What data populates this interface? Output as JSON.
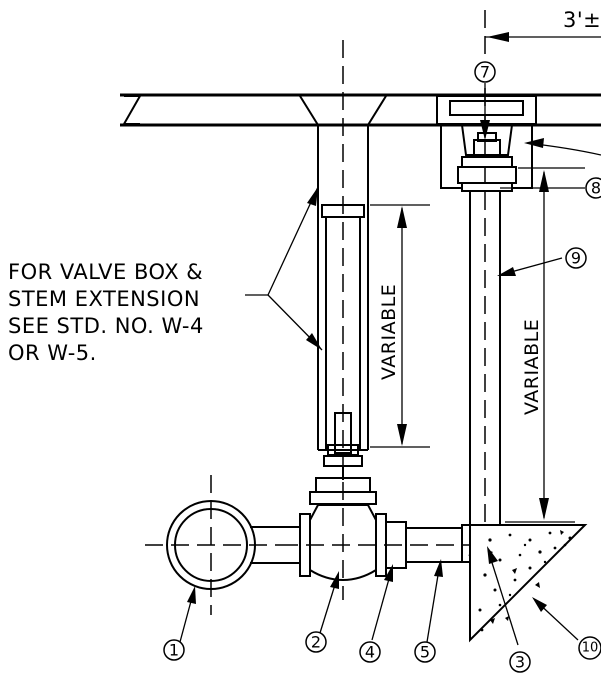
{
  "dimension_top": "3'±",
  "note": {
    "lines": [
      "FOR VALVE BOX &",
      "STEM EXTENSION",
      "SEE STD. NO. W-4",
      "OR W-5."
    ]
  },
  "variable_left": "VARIABLE",
  "variable_right": "VARIABLE",
  "callouts": {
    "c1": "1",
    "c2": "2",
    "c3": "3",
    "c4": "4",
    "c5": "5",
    "c7": "7",
    "c8": "8",
    "c9": "9",
    "c10": "10"
  }
}
